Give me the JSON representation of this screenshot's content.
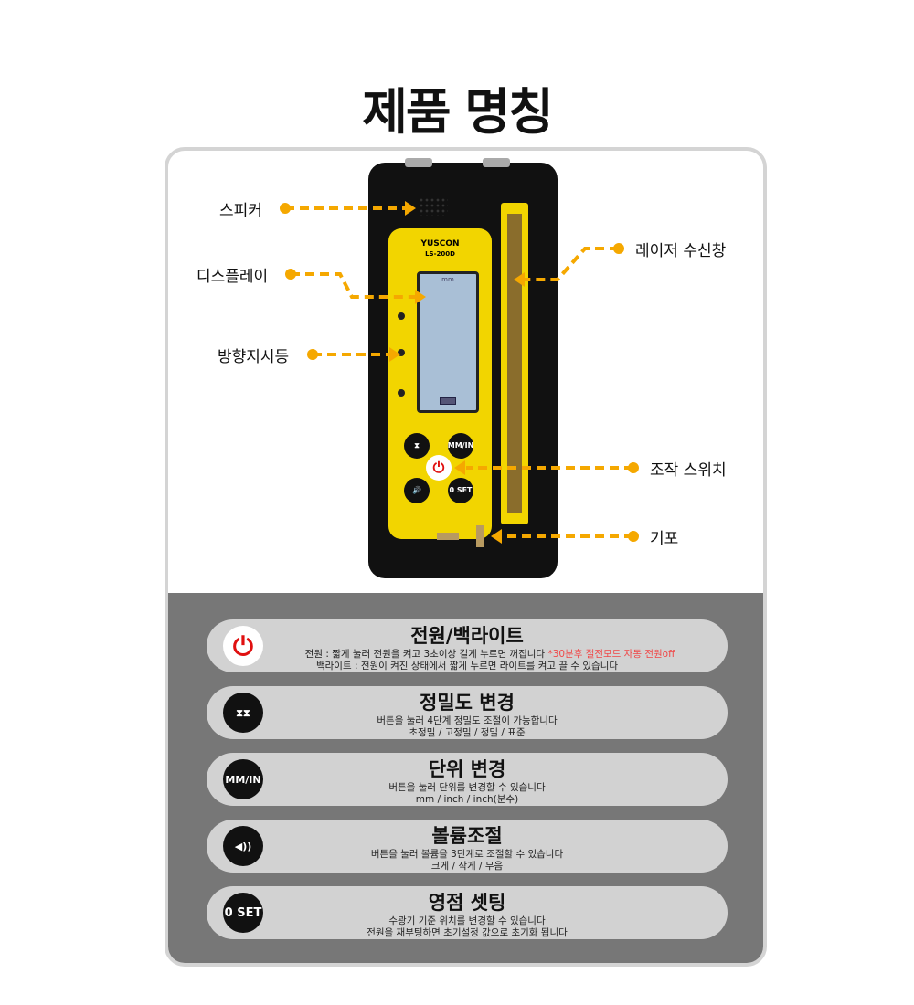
{
  "title": "제품 명칭",
  "device": {
    "brand": "YUSCON",
    "model": "LS-200D",
    "screen_unit": "mm",
    "buttons": {
      "precision": "⧗",
      "unit": "MM/IN",
      "power": "⏻",
      "volume": "🔊",
      "zero_set": "0 SET"
    }
  },
  "labels": {
    "speaker": "스피커",
    "display": "디스플레이",
    "direction_led": "방향지시등",
    "laser_window": "레이저 수신창",
    "control_switch": "조작 스위치",
    "bubble": "기포"
  },
  "arrow_color": "#f5a800",
  "features": [
    {
      "icon": "power-icon",
      "icon_text": "⏻",
      "title": "전원/백라이트",
      "line1": "전원 : 짧게 눌러 전원을 켜고 3초이상 길게 누르면 꺼집니다",
      "line1_note": "*30분후 절전모드 자동 전원off",
      "line2": "백라이트 : 전원이 켜진 상태에서 짧게 누르면 라이트를 켜고 끌 수 있습니다"
    },
    {
      "icon": "precision-icon",
      "icon_text": "⧗⧗",
      "title": "정밀도 변경",
      "line1": "버튼을 눌러 4단계 정밀도 조절이 가능합니다",
      "line2": "초정밀 / 고정밀 / 정밀 / 표준"
    },
    {
      "icon": "mm-in-icon",
      "icon_text": "MM/IN",
      "title": "단위 변경",
      "line1": "버튼을 눌러 단위를 변경할 수 있습니다",
      "line2": "mm / inch / inch(분수)"
    },
    {
      "icon": "volume-icon",
      "icon_text": "◀))",
      "title": "볼륨조절",
      "line1": "버튼을 눌러 볼륨을 3단계로 조절할 수 있습니다",
      "line2": "크게 / 작게 / 무음"
    },
    {
      "icon": "zero-set-icon",
      "icon_text": "0 SET",
      "title": "영점 셋팅",
      "line1": "수광기 기준 위치를 변경할 수 있습니다",
      "line2": "전원을 재부팅하면 초기설정 값으로 초기화 됩니다"
    }
  ]
}
